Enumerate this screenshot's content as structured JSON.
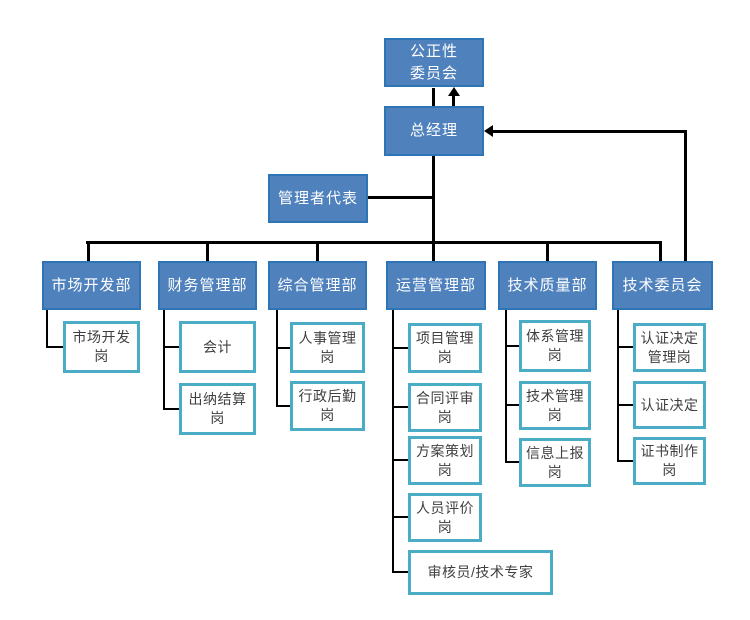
{
  "diagram": {
    "type": "org-chart",
    "impartiality_committee": "公正性\n委员会",
    "general_manager": "总经理",
    "management_representative": "管理者代表",
    "departments": [
      {
        "label": "市场开发部",
        "posts": [
          "市场开发\n岗"
        ]
      },
      {
        "label": "财务管理部",
        "posts": [
          "会计",
          "出纳结算\n岗"
        ]
      },
      {
        "label": "综合管理部",
        "posts": [
          "人事管理\n岗",
          "行政后勤\n岗"
        ]
      },
      {
        "label": "运营管理部",
        "posts": [
          "项目管理\n岗",
          "合同评审\n岗",
          "方案策划\n岗",
          "人员评价\n岗",
          "审核员/技术专家"
        ]
      },
      {
        "label": "技术质量部",
        "posts": [
          "体系管理\n岗",
          "技术管理\n岗",
          "信息上报\n岗"
        ]
      },
      {
        "label": "技术委员会",
        "posts": [
          "认证决定\n管理岗",
          "认证决定",
          "证书制作\n岗"
        ]
      }
    ],
    "colors": {
      "node_fill": "#4F81BD",
      "node_border": "#2E75B6",
      "node_text": "#FFFFFF",
      "post_fill": "#FFFFFF",
      "post_border": "#4BACC6",
      "post_text": "#3F3F3F",
      "connector": "#000000"
    }
  }
}
